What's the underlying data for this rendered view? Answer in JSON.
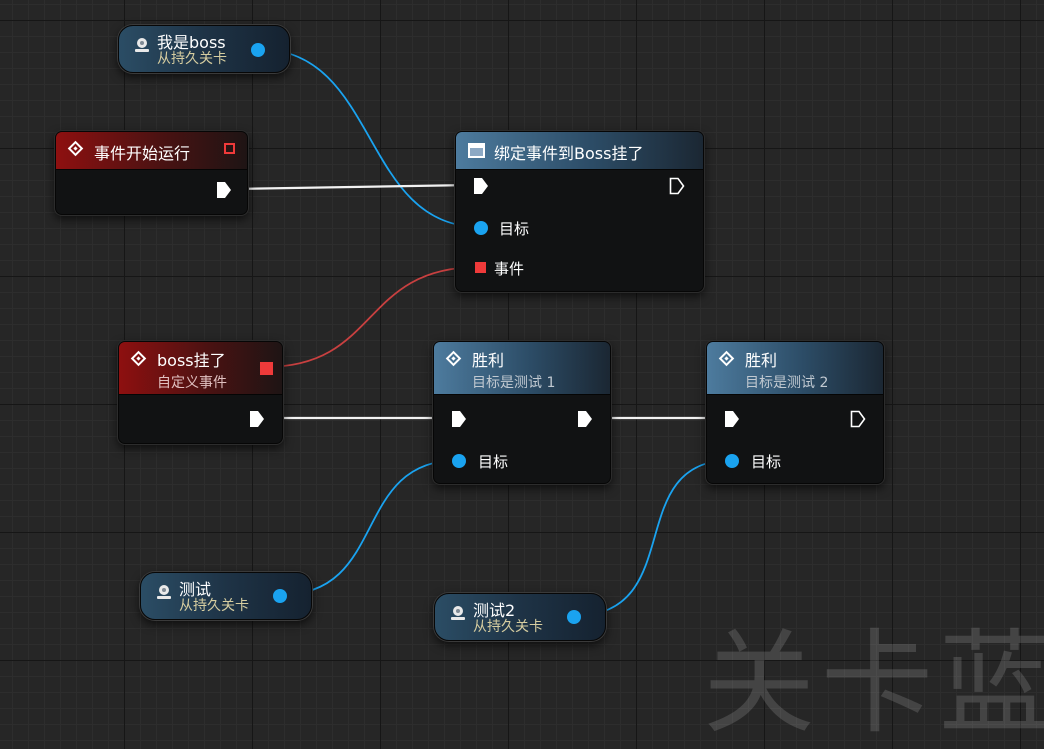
{
  "graph": {
    "nodes": {
      "var_boss": {
        "title": "我是boss",
        "subtitle": "从持久关卡"
      },
      "event_begin": {
        "title": "事件开始运行"
      },
      "bind_event": {
        "title": "绑定事件到Boss挂了",
        "target_label": "目标",
        "event_label": "事件"
      },
      "custom_event": {
        "title": "boss挂了",
        "subtitle": "自定义事件"
      },
      "victory1": {
        "title": "胜利",
        "subtitle": "目标是测试 1",
        "target_label": "目标"
      },
      "victory2": {
        "title": "胜利",
        "subtitle": "目标是测试 2",
        "target_label": "目标"
      },
      "var_test": {
        "title": "测试",
        "subtitle": "从持久关卡"
      },
      "var_test2": {
        "title": "测试2",
        "subtitle": "从持久关卡"
      }
    },
    "watermark": "关卡蓝",
    "colors": {
      "exec_wire": "#ffffff",
      "object_wire": "#1aa3f0",
      "delegate_wire": "#c84040",
      "event_header": "#8e1010",
      "function_header": "#4d7b9e"
    }
  }
}
